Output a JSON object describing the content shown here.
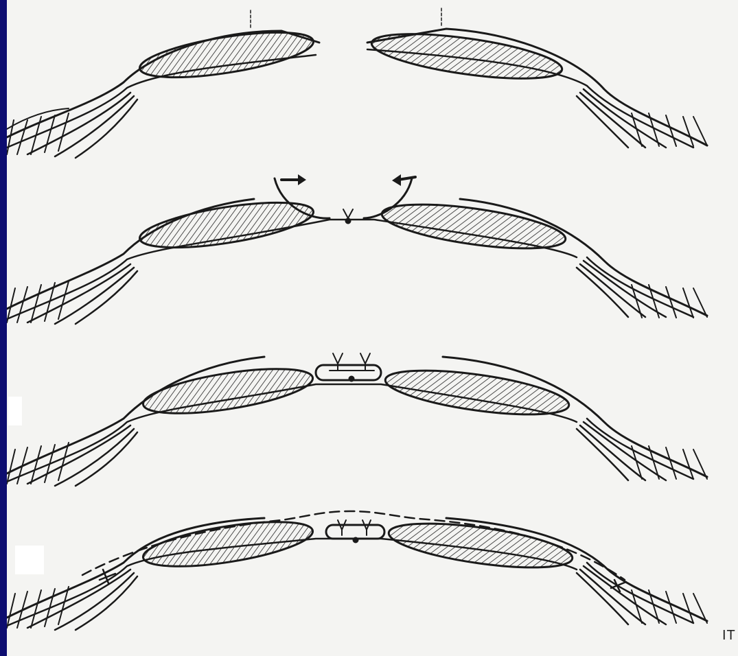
{
  "slide": {
    "background": "#0d0d70",
    "panel_background": "#f4f4f2",
    "ink": "#1a1a1a"
  },
  "figure": {
    "credit_text": "IT",
    "stages": [
      {
        "id": "stage-1",
        "description_icon": "separated-lens-sections"
      },
      {
        "id": "stage-2",
        "description_icon": "flaps-everted-with-arrows"
      },
      {
        "id": "stage-3",
        "description_icon": "sutured-bridge"
      },
      {
        "id": "stage-4",
        "description_icon": "covered-with-dashed-layer"
      }
    ]
  }
}
